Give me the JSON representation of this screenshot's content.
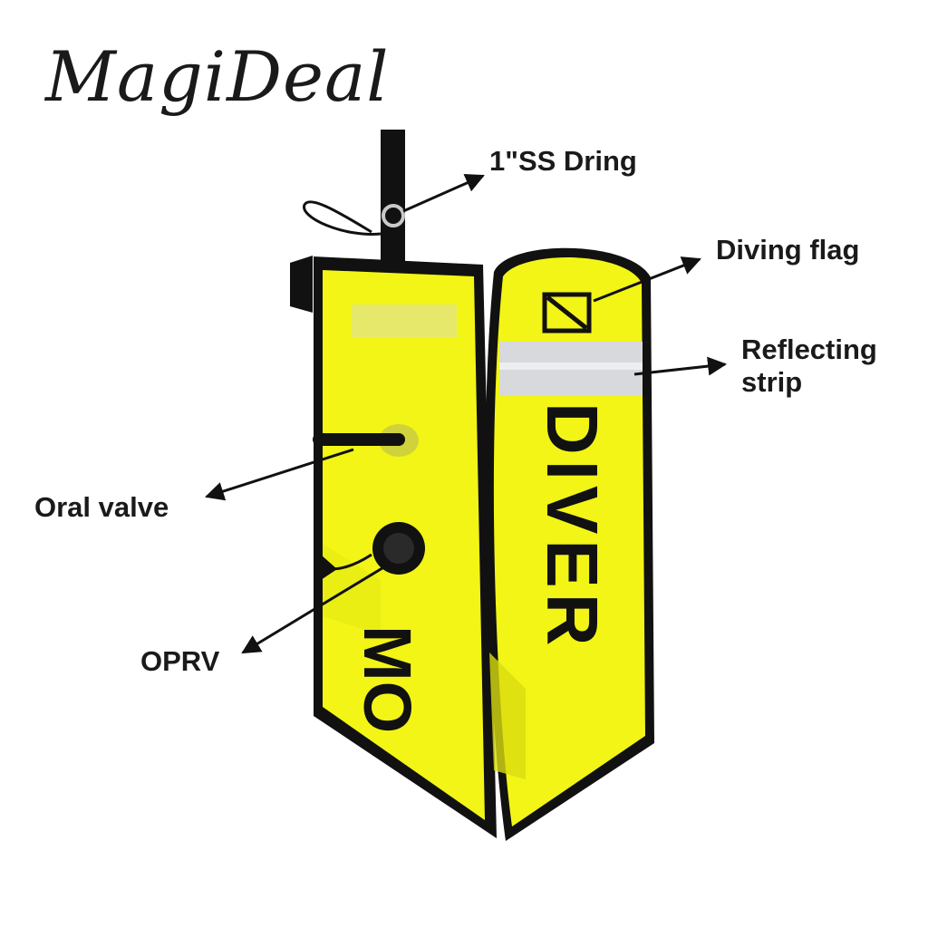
{
  "brand": {
    "text": "MagiDeal"
  },
  "product": {
    "left_panel_text": "MO",
    "right_panel_text": "DIVER",
    "colors": {
      "fabric": "#f2f516",
      "fabric_shade": "#d9dc10",
      "trim": "#111111",
      "reflective": "#d8d9dc"
    }
  },
  "callouts": {
    "dring": "1\"SS Dring",
    "diving_flag": "Diving flag",
    "reflecting_strip_line1": "Reflecting",
    "reflecting_strip_line2": "strip",
    "oral_valve": "Oral valve",
    "oprv": "OPRV"
  }
}
